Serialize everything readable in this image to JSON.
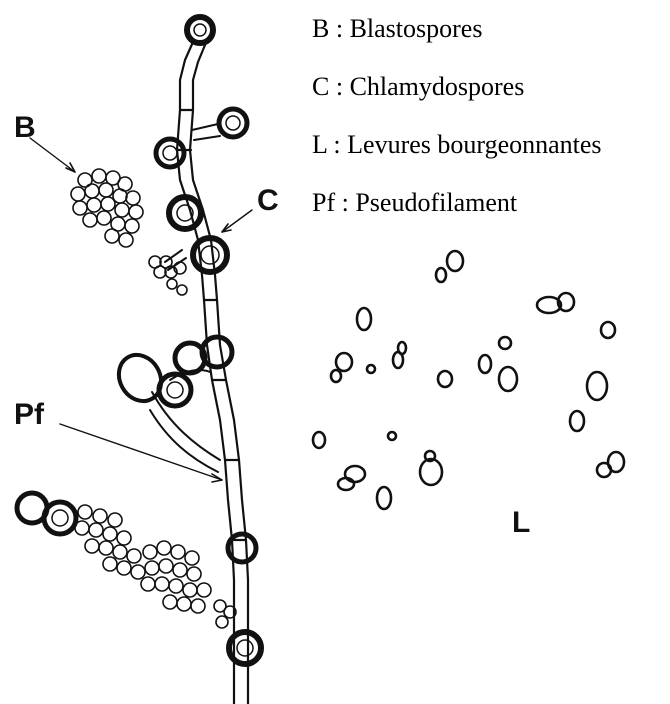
{
  "legend": [
    {
      "key": "B",
      "text": "B : Blastospores"
    },
    {
      "key": "C",
      "text": "C : Chlamydospores"
    },
    {
      "key": "L",
      "text": "L : Levures bourgeonnantes"
    },
    {
      "key": "Pf",
      "text": "Pf : Pseudofilament"
    }
  ],
  "labels": {
    "b": "B",
    "c": "C",
    "pf": "Pf",
    "l": "L"
  },
  "colors": {
    "ink": "#111111",
    "background": "#ffffff"
  }
}
